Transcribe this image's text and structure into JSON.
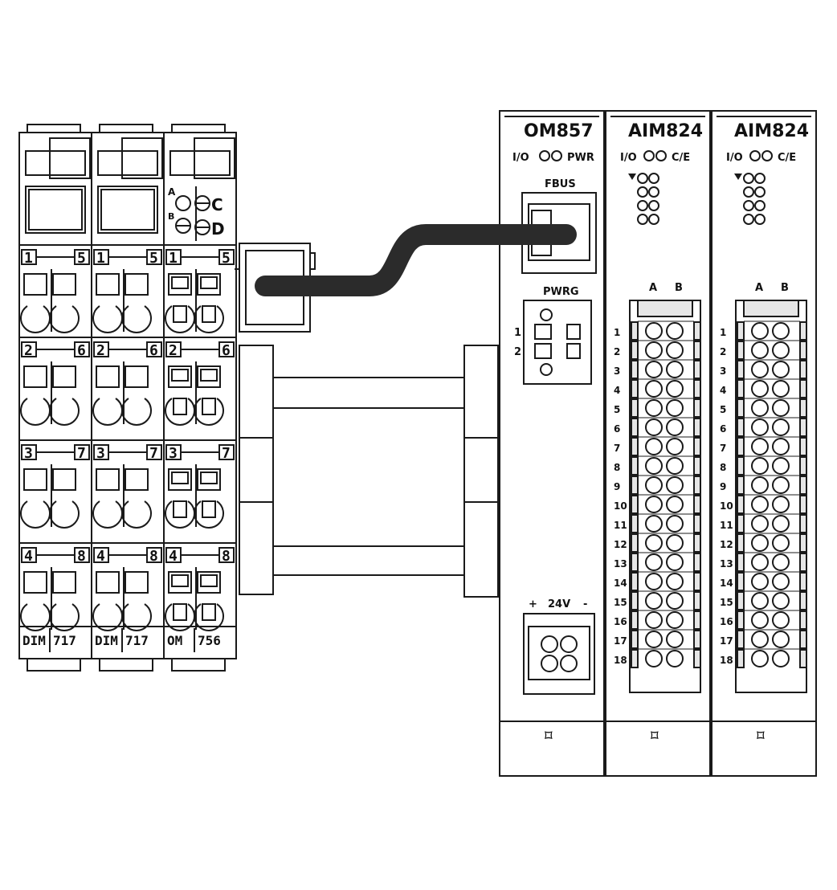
{
  "left_modules": [
    {
      "rows": [
        [
          "1",
          "5"
        ],
        [
          "2",
          "6"
        ],
        [
          "3",
          "7"
        ],
        [
          "4",
          "8"
        ]
      ],
      "label_a": "DIM",
      "label_b": "717",
      "type": "dim"
    },
    {
      "rows": [
        [
          "1",
          "5"
        ],
        [
          "2",
          "6"
        ],
        [
          "3",
          "7"
        ],
        [
          "4",
          "8"
        ]
      ],
      "label_a": "DIM",
      "label_b": "717",
      "type": "dim"
    },
    {
      "rows": [
        [
          "1",
          "5"
        ],
        [
          "2",
          "6"
        ],
        [
          "3",
          "7"
        ],
        [
          "4",
          "8"
        ]
      ],
      "label_a": "OM",
      "label_b": "756",
      "type": "om",
      "leds": {
        "a": "A",
        "b": "B",
        "c": "C",
        "d": "D"
      }
    }
  ],
  "om857": {
    "title": "OM857",
    "status_io": "I/O",
    "status_pwr": "PWR",
    "fbus_label": "FBUS",
    "pwrg_label": "PWRG",
    "pwrg_pins": [
      "1",
      "2"
    ],
    "supply_plus": "+",
    "supply_volt": "24V",
    "supply_minus": "-"
  },
  "aim_modules": [
    {
      "title": "AIM824",
      "status_io": "I/O",
      "status_ce": "C/E",
      "col_a": "A",
      "col_b": "B",
      "rows": [
        "1",
        "2",
        "3",
        "4",
        "5",
        "6",
        "7",
        "8",
        "9",
        "10",
        "11",
        "12",
        "13",
        "14",
        "15",
        "16",
        "17",
        "18"
      ]
    },
    {
      "title": "AIM824",
      "status_io": "I/O",
      "status_ce": "C/E",
      "col_a": "A",
      "col_b": "B",
      "rows": [
        "1",
        "2",
        "3",
        "4",
        "5",
        "6",
        "7",
        "8",
        "9",
        "10",
        "11",
        "12",
        "13",
        "14",
        "15",
        "16",
        "17",
        "18"
      ]
    }
  ],
  "colors": {
    "line": "#1a1a1a",
    "cable": "#2b2b2b",
    "fill": "#ffffff",
    "shade": "#e6e6e6"
  }
}
